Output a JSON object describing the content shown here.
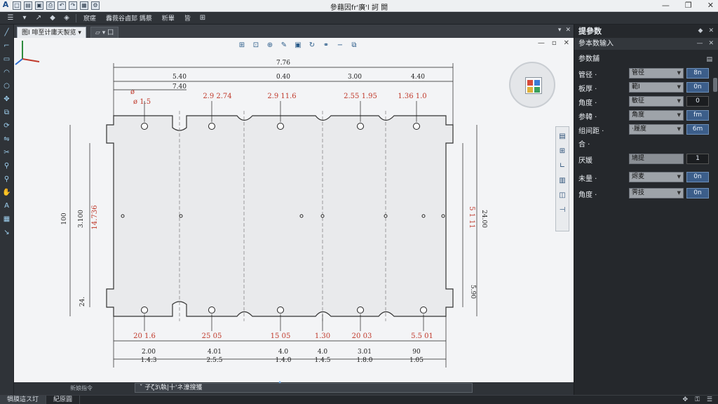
{
  "window": {
    "title": "參藉因fr'廣'l 訶 閞"
  },
  "toolbar": {
    "items": [
      "䆣瘥",
      "䆐莪谷鹵邽 鎷蔡",
      "䉼畢",
      "皆"
    ]
  },
  "tabs": [
    {
      "label": "图I 啡至计庸天製览 ▾",
      "active": true
    },
    {
      "label": "▱ ▾ 囗",
      "active": false
    }
  ],
  "panel": {
    "title": "提參数",
    "subtitle": "參本数输入",
    "section_label": "参数舗",
    "rows": [
      {
        "label": "管径 ·",
        "select": "管径",
        "value": "8n"
      },
      {
        "label": "板厚 ·",
        "select": "範I",
        "value": "0n"
      },
      {
        "label": "角度 ·",
        "select": "敏征",
        "value": "0"
      },
      {
        "label": "参韓 ·",
        "select": "角度",
        "value": "fm"
      },
      {
        "label": "组间距 ·",
        "select": "·履度",
        "value": "6m"
      },
      {
        "label": "合 ·",
        "select": "",
        "value": ""
      },
      {
        "label": "厌媛",
        "select": "鳩提",
        "value": "1"
      },
      {
        "label": "未量 ·",
        "select": "烬麦",
        "value": "0n"
      },
      {
        "label": "角度 ·",
        "select": "霁技",
        "value": "0n"
      }
    ]
  },
  "drawing": {
    "overall_width": "7.76",
    "top_dims": [
      "5.40",
      "0.40",
      "3.00",
      "4.40"
    ],
    "sub_top_dim": "7.40",
    "red_top": [
      "ø",
      "ø 1.5",
      "2.9 2.74",
      "2.9 11.6",
      "2.55 1.95",
      "1.36 1.0"
    ],
    "left_dims": [
      "100",
      "3.100",
      "14.736",
      "24."
    ],
    "right_dims": [
      "5 1 11",
      "24.00",
      "5.90"
    ],
    "red_bottom": [
      "20 1.6",
      "25 05",
      "15 05",
      "1.30",
      "20 03",
      "5.5 01"
    ],
    "bottom_dims_1": [
      "2.00",
      "4.01",
      "4.0",
      "4.0",
      "3.01",
      "90"
    ],
    "bottom_dims_2": [
      "1.4.3",
      "2.5.5",
      "1.4.0",
      "1.4.5",
      "1.8.0",
      "1.05"
    ]
  },
  "command": {
    "hint": "新娘指令",
    "line": "ˇ 子ζ3\\執|十'ネ濠搜獲"
  },
  "status": {
    "tabs": [
      "犋膜這ス圢",
      "紀原圓"
    ]
  },
  "colors": {
    "dimension_red": "#c0392b",
    "accent_blue": "#3c5e8a"
  }
}
